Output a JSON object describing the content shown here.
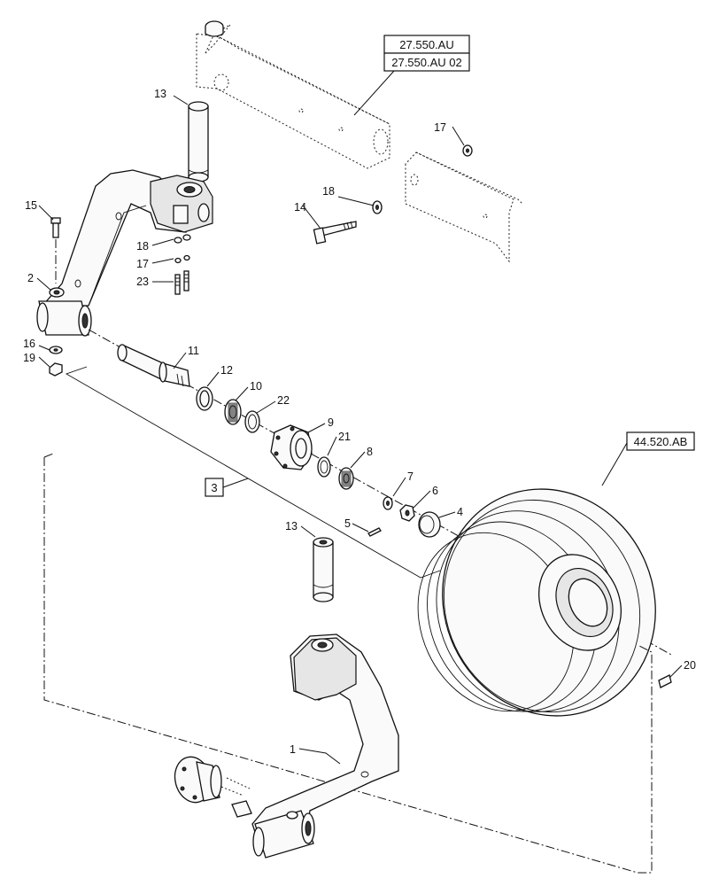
{
  "references": {
    "frame_primary": "27.550.AU",
    "frame_secondary": "27.550.AU 02",
    "wheel": "44.520.AB"
  },
  "group_label": "3",
  "callouts": {
    "c13_top": "13",
    "c17_right": "17",
    "c18_right": "18",
    "c14": "14",
    "c15": "15",
    "c18_left": "18",
    "c17_left": "17",
    "c23": "23",
    "c2": "2",
    "c16": "16",
    "c19": "19",
    "c11": "11",
    "c12": "12",
    "c10": "10",
    "c22": "22",
    "c9": "9",
    "c21": "21",
    "c8": "8",
    "c7": "7",
    "c6": "6",
    "c4": "4",
    "c5": "5",
    "c13_bottom": "13",
    "c20": "20",
    "c1": "1"
  }
}
